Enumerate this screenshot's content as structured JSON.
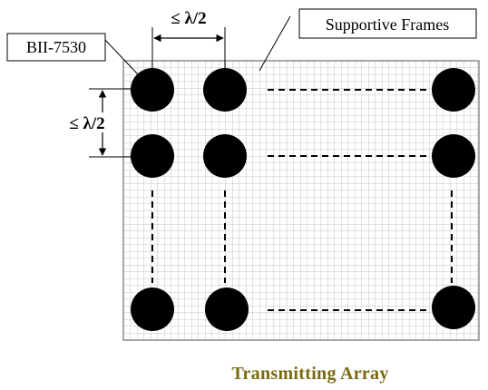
{
  "labels": {
    "element": "BII-7530",
    "frames": "Supportive Frames",
    "spacing_horizontal": "≤ λ/2",
    "spacing_vertical": "≤ λ/2",
    "caption": "Transmitting Array"
  },
  "colors": {
    "grid_line": "#c4c4c4",
    "frame_border": "#8c8c8c",
    "element_fill": "#000000",
    "caption_color": "#7a6a12"
  },
  "array": {
    "visible_rows": 3,
    "visible_cols": 3,
    "ellipsis": "dashed lines indicate omitted elements"
  }
}
